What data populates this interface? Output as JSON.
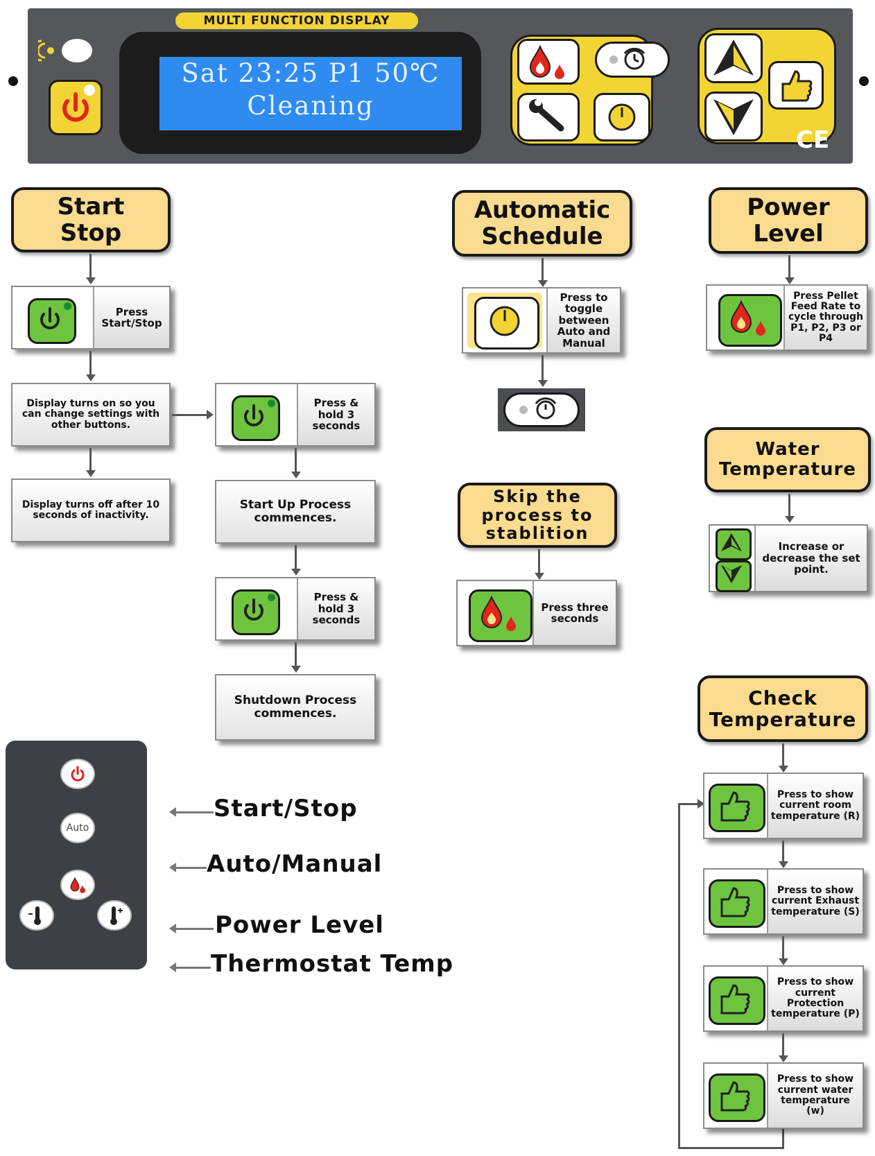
{
  "panel": {
    "title": "MULTI FUNCTION DISPLAY",
    "lcd_line1": "Sat 23:25 P1 50℃",
    "lcd_line2": "Cleaning",
    "ce_mark": "CE"
  },
  "start_stop": {
    "header_line1": "Start",
    "header_line2": "Stop",
    "step1": "Press Start/Stop",
    "step2": "Display turns on so you can change settings with other buttons.",
    "step3": "Display turns off after 10 seconds of inactivity.",
    "hold1": "Press & hold 3 seconds",
    "startup": "Start Up Process commences.",
    "hold2": "Press & hold 3 seconds",
    "shutdown": "Shutdown Process commences."
  },
  "automatic": {
    "header_line1": "Automatic",
    "header_line2": "Schedule",
    "step1": "Press to toggle between Auto and Manual"
  },
  "skip": {
    "header_line1": "Skip the",
    "header_line2": "process to",
    "header_line3": "stablition",
    "step1": "Press three seconds"
  },
  "power": {
    "header_line1": "Power",
    "header_line2": "Level",
    "step1": "Press Pellet Feed Rate to cycle through P1, P2, P3 or P4"
  },
  "water": {
    "header_line1": "Water",
    "header_line2": "Temperature",
    "step1": "Increase or decrease the set point."
  },
  "check": {
    "header_line1": "Check",
    "header_line2": "Temperature",
    "step1": "Press to show current room temperature (R)",
    "step2": "Press to show current Exhaust temperature (S)",
    "step3": "Press to show current Protection temperature (P)",
    "step4": "Press to show current water temperature (w)"
  },
  "remote": {
    "auto_button": "Auto",
    "label_start": "Start/Stop",
    "label_auto": "Auto/Manual",
    "label_power": "Power Level",
    "label_thermo": "Thermostat Temp"
  }
}
